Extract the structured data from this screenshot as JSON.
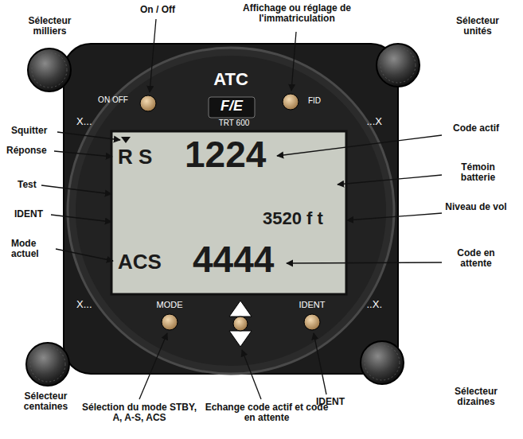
{
  "diagram": {
    "labels": [
      "Sélecteur milliers",
      "On / Off",
      "Affichage ou réglage de l'immatriculation",
      "Sélecteur unités",
      "ATC",
      "ON OFF",
      "FID",
      "X...",
      "...X",
      "F/E",
      "TRT 600",
      "Squitter",
      "Réponse",
      "Test",
      "IDENT",
      "Mode actuel",
      "R S",
      "1224",
      "3520 f t",
      "ACS",
      "4444",
      "Code actif",
      "Témoin batterie",
      "Niveau de vol",
      "Code en attente",
      "X...",
      "MODE",
      "IDENT",
      "..X.",
      "Sélecteur centaines",
      "Sélecteur dizaines",
      "Sélection du mode STBY, A, A-S, ACS",
      "Echange code actif et code en attente",
      "IDENT"
    ]
  }
}
